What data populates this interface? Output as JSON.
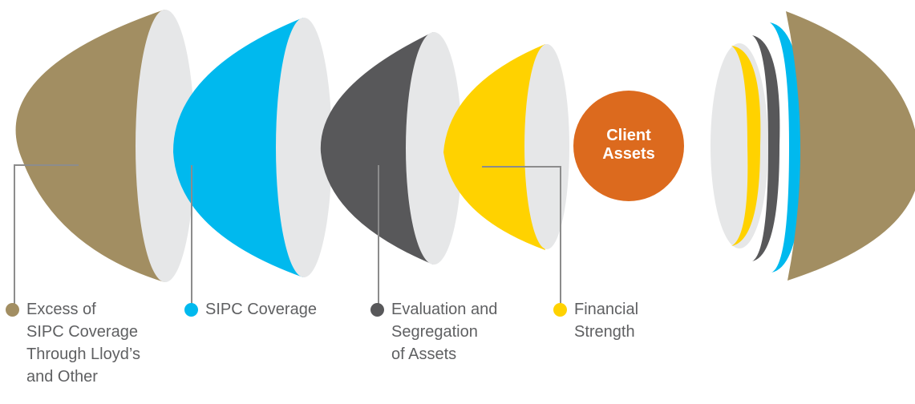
{
  "center": {
    "line1": "Client",
    "line2": "Assets"
  },
  "colors": {
    "excess": "#a28e62",
    "sipc": "#00b9ee",
    "evaluation": "#58585a",
    "financial": "#ffd200",
    "client_assets": "#dc6a1e",
    "lens": "#e6e7e8",
    "leader_line": "#8c8c8c",
    "legend_text": "#5f6062"
  },
  "legend": [
    {
      "id": "excess",
      "lines": [
        "Excess of",
        "SIPC Coverage",
        "Through Lloyd’s",
        "and Other"
      ]
    },
    {
      "id": "sipc",
      "lines": [
        "SIPC Coverage"
      ]
    },
    {
      "id": "evaluation",
      "lines": [
        "Evaluation and",
        "Segregation",
        "of Assets"
      ]
    },
    {
      "id": "financial",
      "lines": [
        "Financial",
        "Strength"
      ]
    }
  ]
}
